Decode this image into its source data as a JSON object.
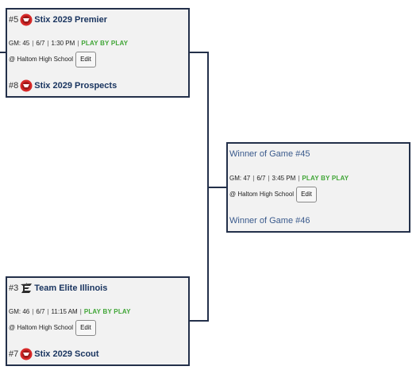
{
  "games": [
    {
      "id": "g45",
      "top_team": {
        "seed": "#5",
        "name": "Stix 2029 Premier",
        "logo": "stix-logo"
      },
      "info": {
        "game": "GM: 45",
        "date": "6/7",
        "time": "1:30 PM",
        "play_by_play": "PLAY BY PLAY"
      },
      "location": {
        "icon": "@",
        "venue": "Haltom High School"
      },
      "edit_label": "Edit",
      "bottom_team": {
        "seed": "#8",
        "name": "Stix 2029 Prospects",
        "logo": "stix-logo"
      }
    },
    {
      "id": "g46",
      "top_team": {
        "seed": "#3",
        "name": "Team Elite Illinois",
        "logo": "team-elite-logo"
      },
      "info": {
        "game": "GM: 46",
        "date": "6/7",
        "time": "11:15 AM",
        "play_by_play": "PLAY BY PLAY"
      },
      "location": {
        "icon": "@",
        "venue": "Haltom High School"
      },
      "edit_label": "Edit",
      "bottom_team": {
        "seed": "#7",
        "name": "Stix 2029 Scout",
        "logo": "stix-logo"
      }
    },
    {
      "id": "g47",
      "top_team": {
        "name": "Winner of Game #45"
      },
      "info": {
        "game": "GM: 47",
        "date": "6/7",
        "time": "3:45 PM",
        "play_by_play": "PLAY BY PLAY"
      },
      "location": {
        "icon": "@",
        "venue": "Haltom High School"
      },
      "edit_label": "Edit",
      "bottom_team": {
        "name": "Winner of Game #46"
      }
    }
  ],
  "colors": {
    "border": "#23304a",
    "team_name": "#1a3560",
    "placeholder": "#3a5a8c",
    "play_by_play": "#3fa535",
    "stix_logo": "#d62828"
  }
}
